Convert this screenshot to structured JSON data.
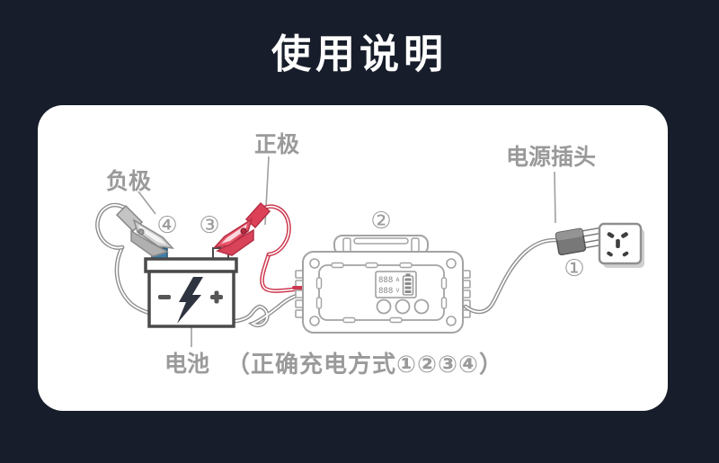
{
  "title": "使用说明",
  "card": {
    "labels": {
      "negative": "负极",
      "positive": "正极",
      "power_plug": "电源插头",
      "battery": "电池"
    },
    "steps": {
      "s1": "①",
      "s2": "②",
      "s3": "③",
      "s4": "④"
    },
    "caption": "（正确充电方式①②③④）",
    "charger_display": {
      "amps": "888",
      "amps_unit": "A",
      "volts": "888",
      "volts_unit": "V"
    }
  },
  "colors": {
    "background": "#171d2a",
    "card_background": "#ffffff",
    "title_text": "#ffffff",
    "label_text": "#9a9a9a",
    "line_art": "#a3a3a3",
    "positive_red": "#dd4157",
    "negative_clamp_gray": "#c4c4c4",
    "battery_outline": "#4a4a4a",
    "terminal_blue": "#3f80a8"
  }
}
